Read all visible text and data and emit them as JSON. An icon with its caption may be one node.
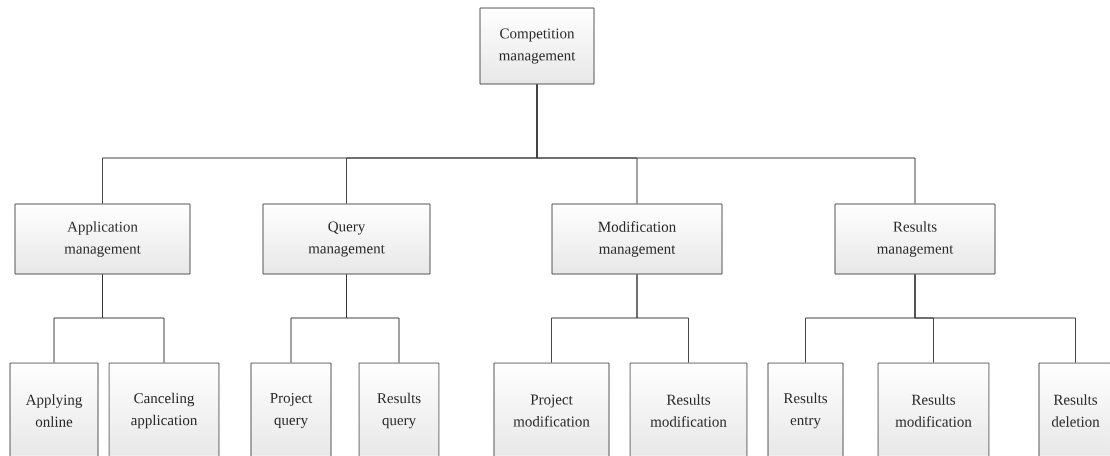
{
  "diagram": {
    "nodes": [
      {
        "text": [
          "Competition management"
        ]
      },
      {
        "text": [
          "Application management"
        ]
      },
      {
        "text": [
          "Query management"
        ]
      },
      {
        "text": [
          "Modification management"
        ]
      },
      {
        "text": [
          "Results management"
        ]
      },
      {
        "text": [
          "Applying online"
        ]
      },
      {
        "text": [
          "Canceling application"
        ]
      },
      {
        "text": [
          "Project query"
        ]
      },
      {
        "text": [
          "Results query"
        ]
      },
      {
        "text": [
          "Project modification"
        ]
      },
      {
        "text": [
          "Results modification"
        ]
      },
      {
        "text": [
          "Results entry"
        ]
      },
      {
        "text": [
          "Results modification"
        ]
      },
      {
        "text": [
          "Results deletion"
        ]
      }
    ],
    "edges": [
      {
        "from": 0,
        "to": 1,
        "arrow": "none"
      },
      {
        "from": 0,
        "to": 2,
        "arrow": "none"
      },
      {
        "from": 0,
        "to": 3,
        "arrow": "none"
      },
      {
        "from": 0,
        "to": 4,
        "arrow": "none"
      },
      {
        "from": 1,
        "to": 5,
        "arrow": "none"
      },
      {
        "from": 1,
        "to": 6,
        "arrow": "none"
      },
      {
        "from": 2,
        "to": 7,
        "arrow": "none"
      },
      {
        "from": 2,
        "to": 8,
        "arrow": "none"
      },
      {
        "from": 3,
        "to": 9,
        "arrow": "none"
      },
      {
        "from": 3,
        "to": 10,
        "arrow": "none"
      },
      {
        "from": 4,
        "to": 11,
        "arrow": "none"
      },
      {
        "from": 4,
        "to": 12,
        "arrow": "none"
      },
      {
        "from": 4,
        "to": 13,
        "arrow": "none"
      }
    ]
  }
}
